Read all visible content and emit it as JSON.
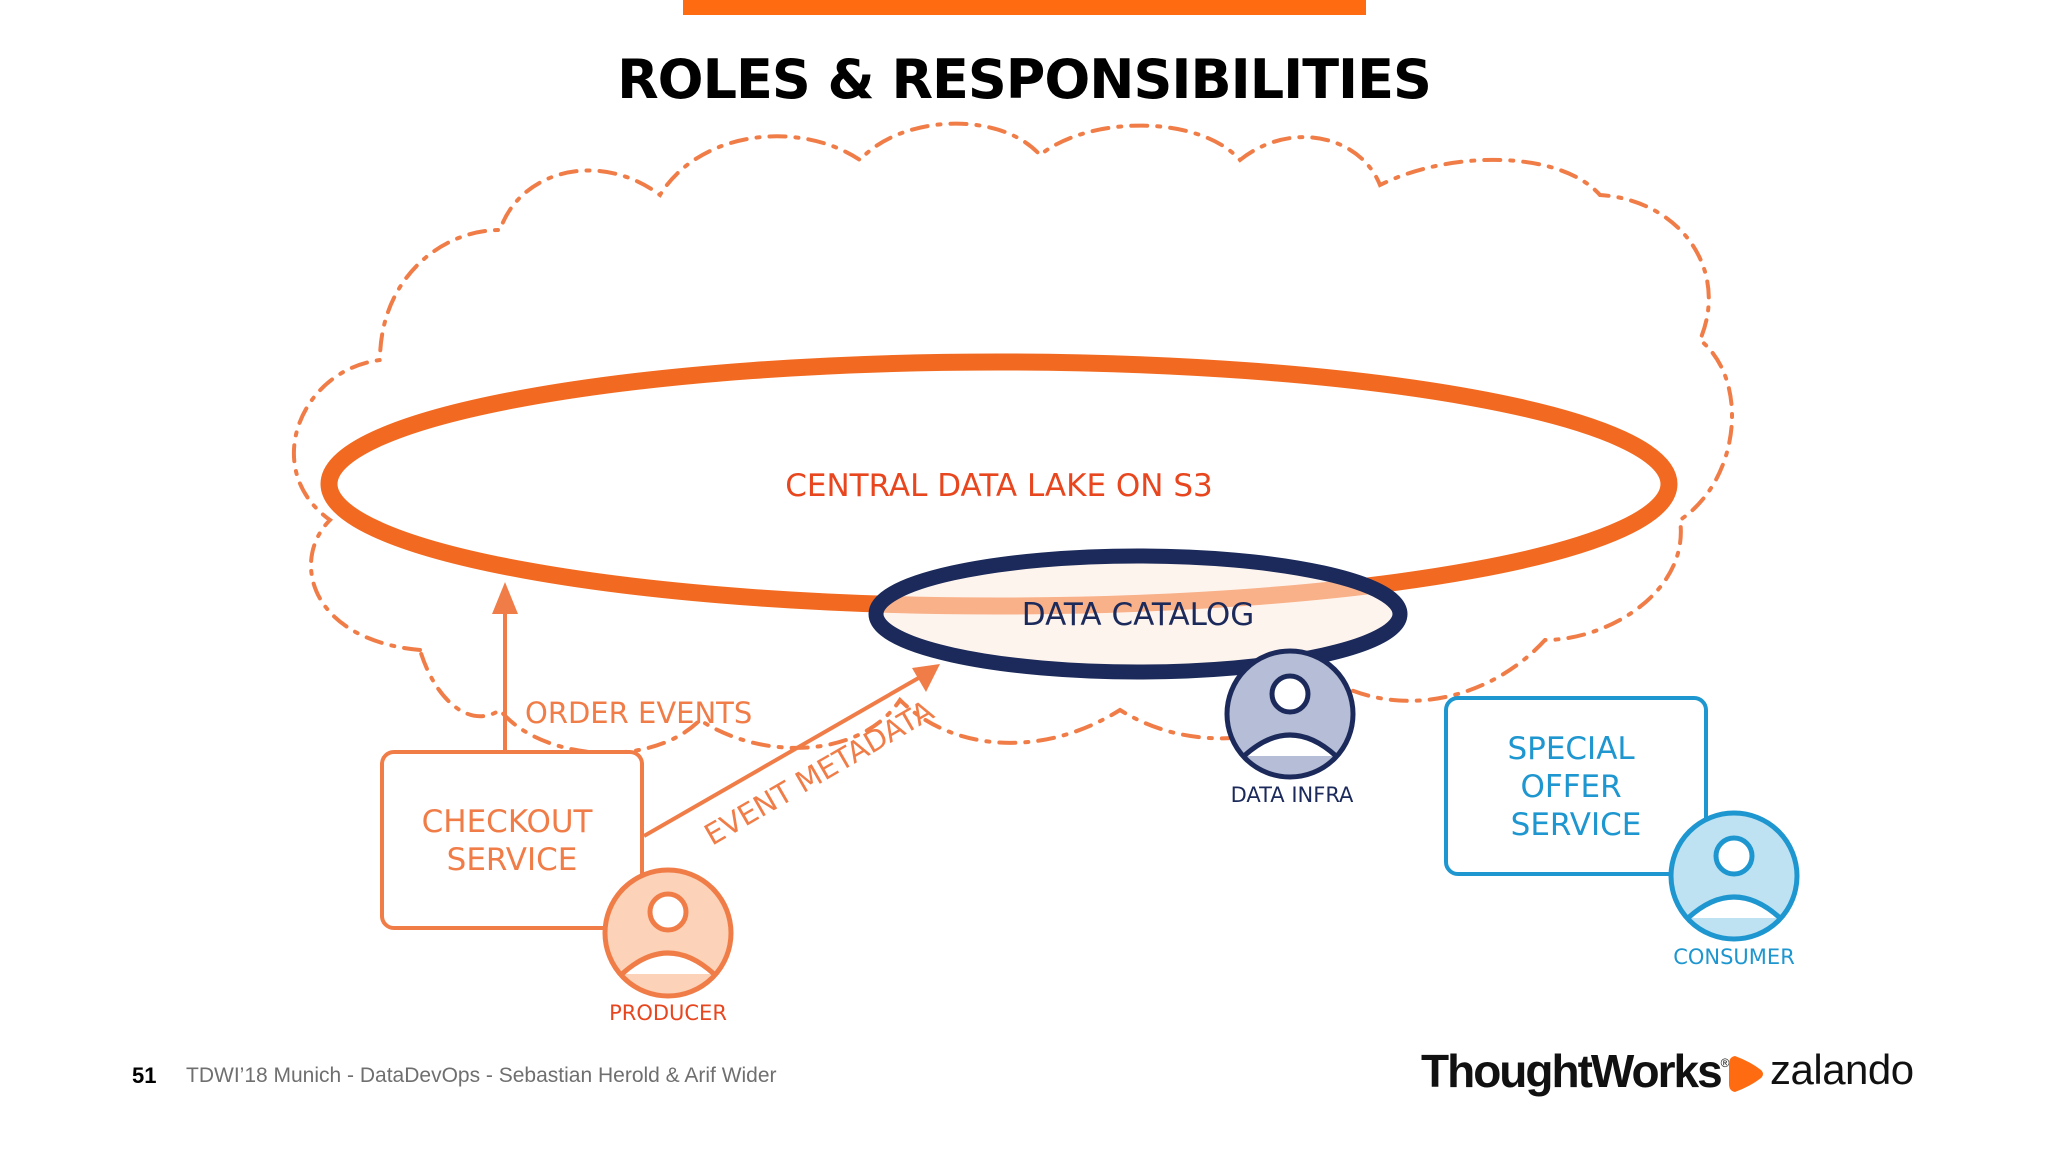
{
  "slide": {
    "title": "ROLES & RESPONSIBILITIES",
    "page_number": "51",
    "footer_text": "TDWI’18 Munich - DataDevOps - Sebastian Herold & Arif Wider",
    "logos": {
      "thoughtworks": "ThoughtWorks",
      "thoughtworks_mark": "®",
      "zalando": "zalando"
    }
  },
  "diagram": {
    "data_lake_label": "CENTRAL DATA LAKE ON S3",
    "data_catalog_label": "DATA CATALOG",
    "checkout_service_label": [
      "CHECKOUT",
      "SERVICE"
    ],
    "special_offer_service_label": [
      "SPECIAL",
      "OFFER",
      "SERVICE"
    ],
    "order_events_label": "ORDER EVENTS",
    "event_metadata_label": "EVENT METADATA",
    "roles": {
      "producer": "PRODUCER",
      "data_infra": "DATA INFRA",
      "consumer": "CONSUMER"
    }
  },
  "colors": {
    "accent_orange": "#ff6b10",
    "lake_ring": "#f26a21",
    "lake_text": "#e8461e",
    "producer_orange": "#f07d48",
    "catalog_navy": "#1b2a5a",
    "consumer_blue": "#1e96cf",
    "footer_gray": "#6f6f6f"
  }
}
